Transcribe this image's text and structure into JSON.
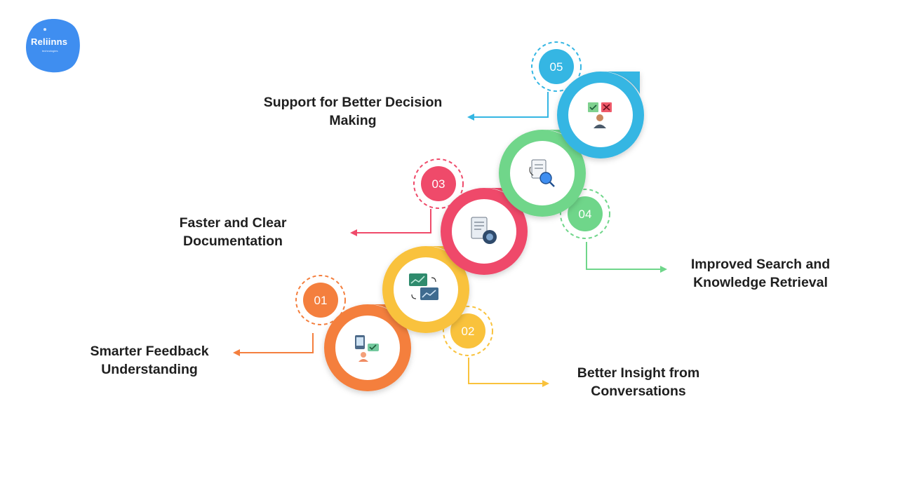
{
  "logo": {
    "name": "Reliinns",
    "tagline": "technologies",
    "color": "#3f8ef0"
  },
  "steps": [
    {
      "number": "01",
      "label": "Smarter Feedback\nUnderstanding",
      "color": "#f47f3e",
      "icon": "feedback-chat-icon"
    },
    {
      "number": "02",
      "label": "Better Insight from\nConversations",
      "color": "#f9c23c",
      "icon": "chart-conversation-icon"
    },
    {
      "number": "03",
      "label": "Faster and Clear\nDocumentation",
      "color": "#ef4a6a",
      "icon": "document-icon"
    },
    {
      "number": "04",
      "label": "Improved Search and\nKnowledge Retrieval",
      "color": "#6fd68a",
      "icon": "document-search-icon"
    },
    {
      "number": "05",
      "label": "Support for Better Decision\nMaking",
      "color": "#35b6e3",
      "icon": "decision-person-icon"
    }
  ]
}
